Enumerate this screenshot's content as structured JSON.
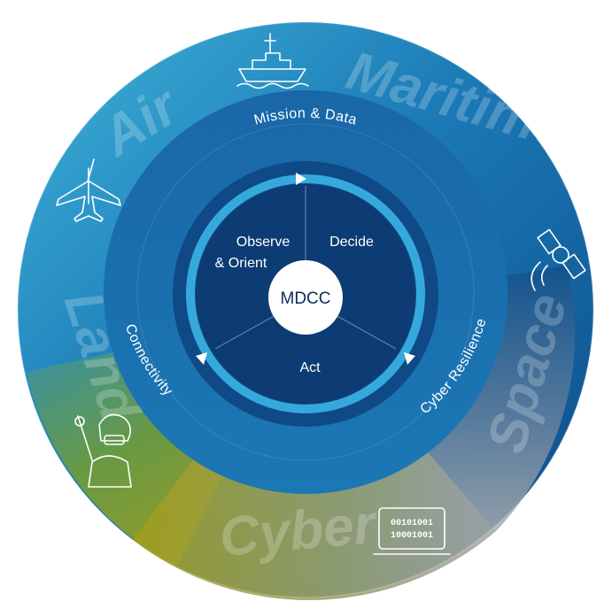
{
  "domains": [
    "Maritime",
    "Air",
    "Land",
    "Cyber",
    "Space"
  ],
  "middle_ring": {
    "mission": "Mission & Data",
    "connectivity": "Connectivity",
    "cyber_resilience": "Cyber Resilience"
  },
  "core": {
    "observe_line1": "Observe",
    "observe_line2": "& Orient",
    "decide": "Decide",
    "act": "Act",
    "center": "MDCC"
  },
  "icons": [
    "ship-icon",
    "fighter-jet-icon",
    "satellite-icon",
    "soldier-icon",
    "binary-screen-icon"
  ],
  "binary_lines": [
    "00101001",
    "10001001"
  ],
  "colors": {
    "outer_blue": "#1f7fb8",
    "outer_dark": "#0b4a86",
    "land_green": "#9a9b19",
    "cyber_grey": "#a7a9ab",
    "middle_ring": "#1769a8",
    "core_dark": "#0d3b73",
    "arrow_ring": "#36a9dc"
  }
}
